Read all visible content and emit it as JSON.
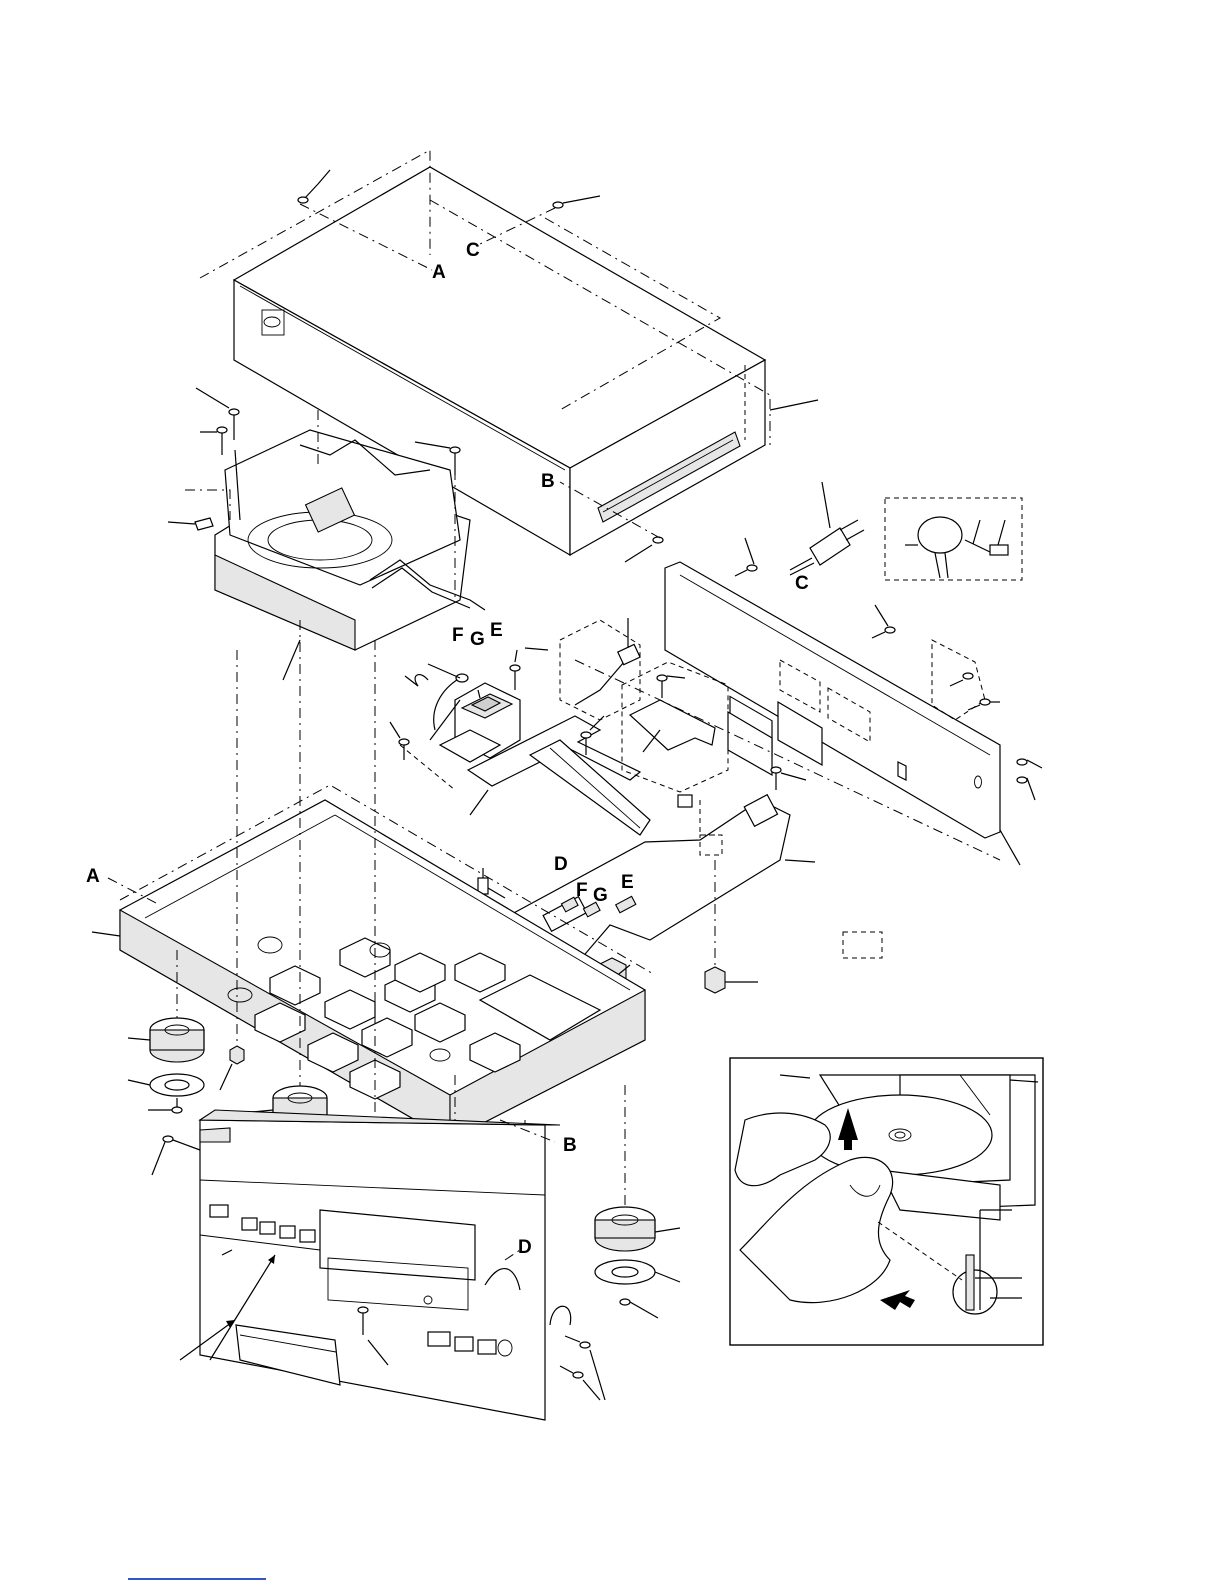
{
  "labels": {
    "A_top": "A",
    "A_left": "A",
    "B_case": "B",
    "B_front": "B",
    "C_top": "C",
    "C_rear": "C",
    "D_pcb": "D",
    "D_front": "D",
    "E_mech": "E",
    "E_pcb": "E",
    "F_mech": "F",
    "F_pcb": "F",
    "G_mech": "G",
    "G_pcb": "G"
  },
  "colors": {
    "footer_line": "#3355cc"
  }
}
